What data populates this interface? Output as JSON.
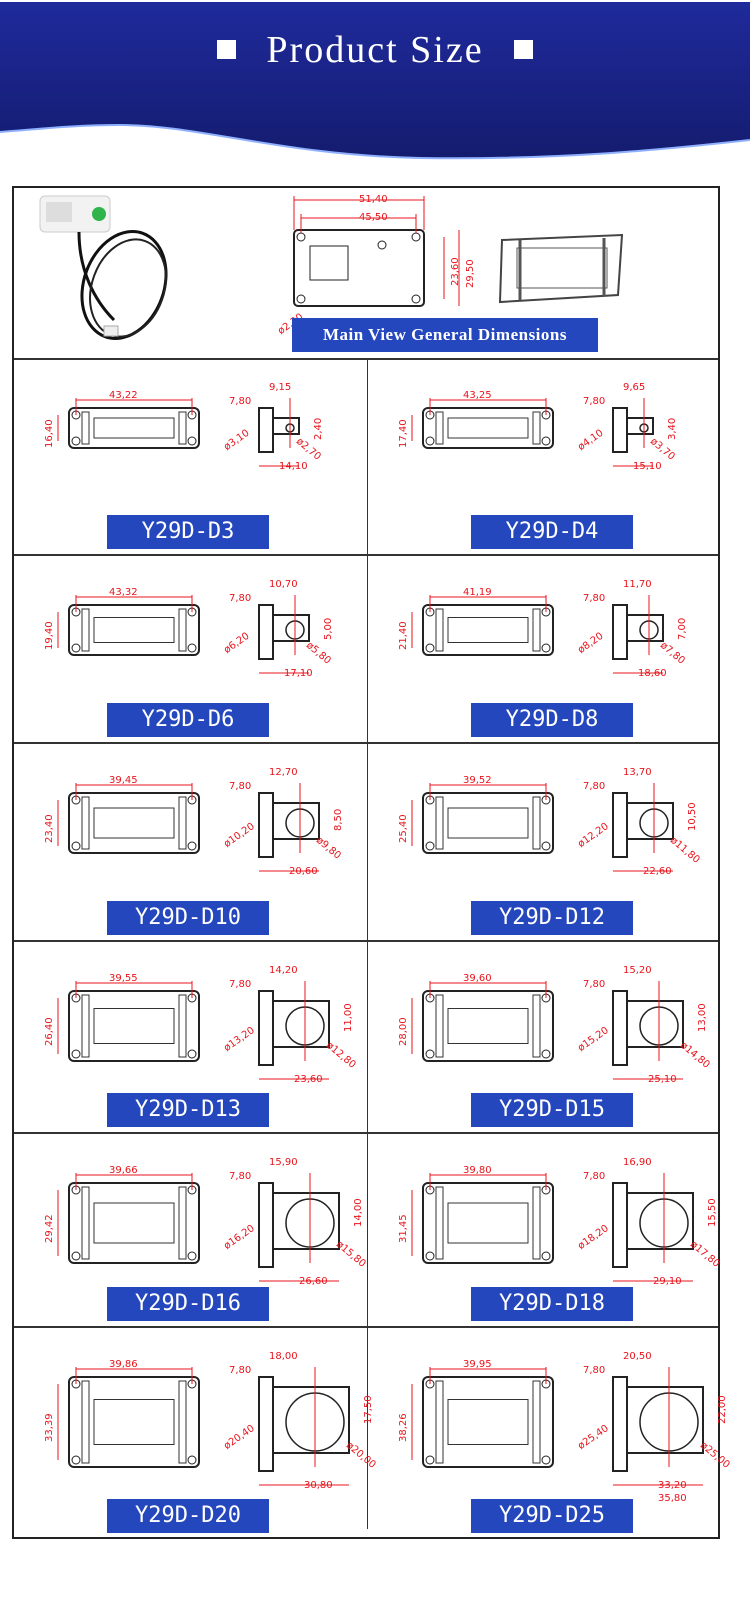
{
  "header": {
    "title": "Product Size",
    "bg_color": "#1e2a96",
    "bullet_left": "■",
    "bullet_right": "■"
  },
  "main_view": {
    "label": "Main View General Dimensions",
    "product_photo": "liquid-level-sensor-with-cable",
    "dimensions": {
      "outer_width": "51,40",
      "hole_spacing_width": "45,50",
      "hole_spacing_height": "23,60",
      "outer_height": "29,50",
      "hole_diameter": "ø2,30"
    }
  },
  "label_color": "#2447bd",
  "dimension_color": "#e8141c",
  "models": [
    {
      "name": "Y29D-D3",
      "width": "43,22",
      "height": "16,40",
      "offset": "9,15",
      "base": "7,80",
      "gap": "2,40",
      "pipe_d": "ø3,10",
      "inner_d": "ø2,70",
      "depth": "14,10"
    },
    {
      "name": "Y29D-D4",
      "width": "43,25",
      "height": "17,40",
      "offset": "9,65",
      "base": "7,80",
      "gap": "3,40",
      "pipe_d": "ø4,10",
      "inner_d": "ø3,70",
      "depth": "15,10"
    },
    {
      "name": "Y29D-D6",
      "width": "43,32",
      "height": "19,40",
      "offset": "10,70",
      "base": "7,80",
      "gap": "5,00",
      "pipe_d": "ø6,20",
      "inner_d": "ø5,80",
      "depth": "17,10"
    },
    {
      "name": "Y29D-D8",
      "width": "41,19",
      "height": "21,40",
      "offset": "11,70",
      "base": "7,80",
      "gap": "7,00",
      "pipe_d": "ø8,20",
      "inner_d": "ø7,80",
      "depth": "18,60"
    },
    {
      "name": "Y29D-D10",
      "width": "39,45",
      "height": "23,40",
      "offset": "12,70",
      "base": "7,80",
      "gap": "8,50",
      "pipe_d": "ø10,20",
      "inner_d": "ø9,80",
      "depth": "20,60"
    },
    {
      "name": "Y29D-D12",
      "width": "39,52",
      "height": "25,40",
      "offset": "13,70",
      "base": "7,80",
      "gap": "10,50",
      "pipe_d": "ø12,20",
      "inner_d": "ø11,80",
      "depth": "22,60"
    },
    {
      "name": "Y29D-D13",
      "width": "39,55",
      "height": "26,40",
      "offset": "14,20",
      "base": "7,80",
      "gap": "11,00",
      "pipe_d": "ø13,20",
      "inner_d": "ø12,80",
      "depth": "23,60"
    },
    {
      "name": "Y29D-D15",
      "width": "39,60",
      "height": "28,00",
      "offset": "15,20",
      "base": "7,80",
      "gap": "13,00",
      "pipe_d": "ø15,20",
      "inner_d": "ø14,80",
      "depth": "25,10"
    },
    {
      "name": "Y29D-D16",
      "width": "39,66",
      "height": "29,42",
      "offset": "15,90",
      "base": "7,80",
      "gap": "14,00",
      "pipe_d": "ø16,20",
      "inner_d": "ø15,80",
      "depth": "26,60"
    },
    {
      "name": "Y29D-D18",
      "width": "39,80",
      "height": "31,45",
      "offset": "16,90",
      "base": "7,80",
      "gap": "15,50",
      "pipe_d": "ø18,20",
      "inner_d": "ø17,80",
      "depth": "29,10"
    },
    {
      "name": "Y29D-D20",
      "width": "39,86",
      "height": "33,39",
      "offset": "18,00",
      "base": "7,80",
      "gap": "17,50",
      "pipe_d": "ø20,40",
      "inner_d": "ø20,00",
      "depth": "30,80"
    },
    {
      "name": "Y29D-D25",
      "width": "39,95",
      "height": "38,26",
      "offset": "20,50",
      "base": "7,80",
      "gap": "22,00",
      "pipe_d": "ø25,40",
      "inner_d": "ø25,00",
      "depth": "33,20",
      "depth2": "35,80"
    }
  ]
}
